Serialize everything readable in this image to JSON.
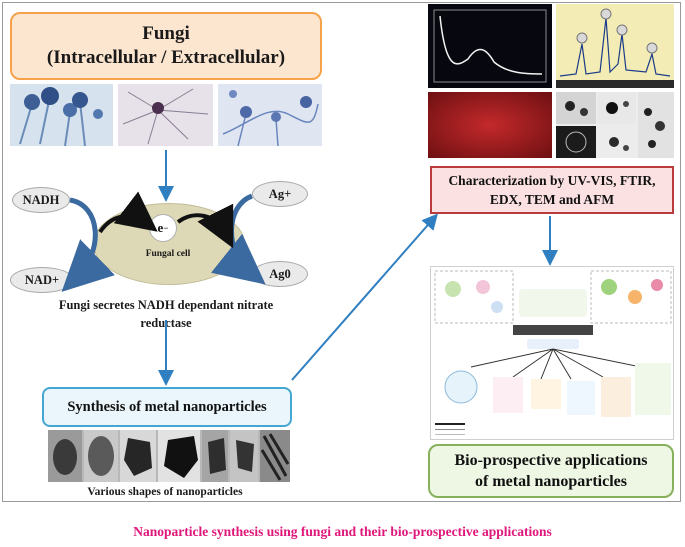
{
  "fungi_box": {
    "line1": "Fungi",
    "line2": "(Intracellular / Extracellular)"
  },
  "mechanism": {
    "nadh": "NADH",
    "nad_plus": "NAD+",
    "ag_plus": "Ag+",
    "ag0": "Ag0",
    "electron": "e",
    "electron_sup": "−",
    "cell_label": "Fungal cell",
    "secretes_line1": "Fungi secretes NADH dependant nitrate",
    "secretes_line2": "reductase"
  },
  "synthesis_box": {
    "label": "Synthesis of metal nanoparticles"
  },
  "shapes_label": "Various shapes of nanoparticles",
  "characterization_box": {
    "line1": "Characterization by UV-VIS, FTIR,",
    "line2": "EDX, TEM and AFM"
  },
  "bio_box": {
    "line1": "Bio-prospective applications",
    "line2": "of metal nanoparticles"
  },
  "caption": "Nanoparticle synthesis using fungi and their bio-prospective applications",
  "colors": {
    "arrow_blue": "#2f7fc1",
    "curve_blue": "#3b6aa0",
    "caption_pink": "#e0177a",
    "fungi_border": "#f5a24a",
    "char_border": "#b93b3b",
    "synth_border": "#44a7d3",
    "bio_border": "#86b05a"
  }
}
